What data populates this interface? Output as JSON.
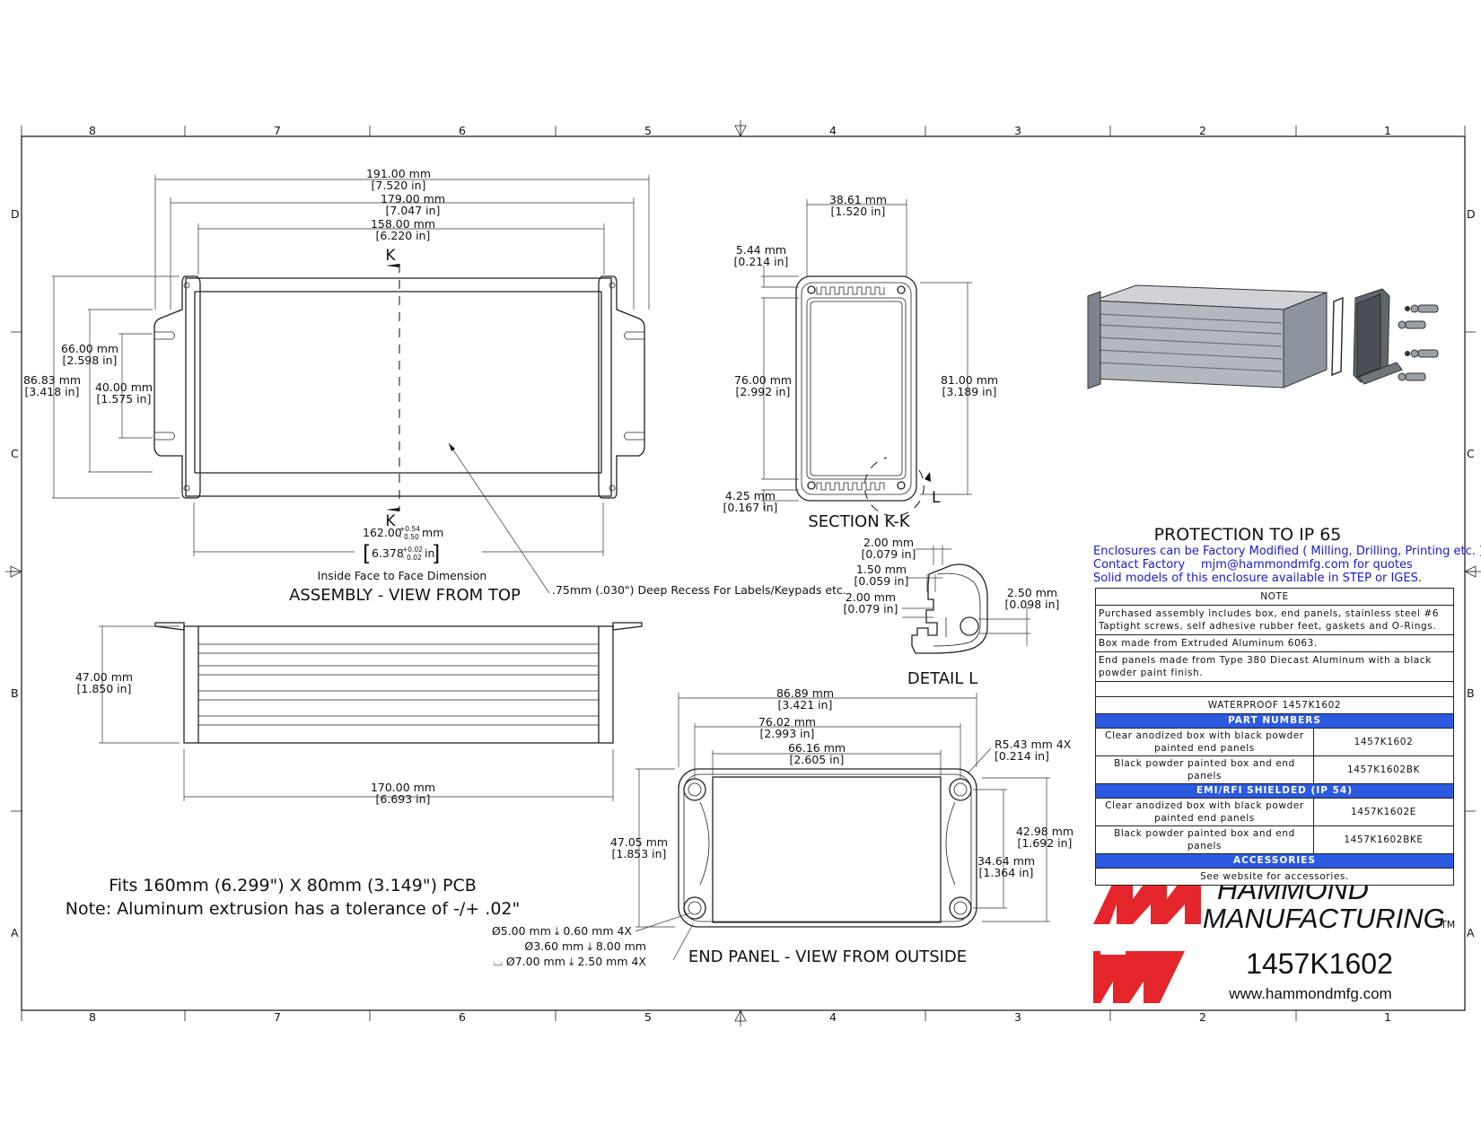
{
  "zones": {
    "columns": [
      "8",
      "7",
      "6",
      "5",
      "4",
      "3",
      "2",
      "1"
    ],
    "rows": [
      "D",
      "C",
      "B",
      "A"
    ]
  },
  "top_view": {
    "dims": {
      "overall_mm": "191.00 mm",
      "overall_in": "[7.520 in]",
      "flange_mm": "179.00 mm",
      "flange_in": "[7.047 in]",
      "body_mm": "158.00 mm",
      "body_in": "[6.220 in]",
      "height_mm": "86.83 mm",
      "height_in": "[3.418 in]",
      "slot_outer_mm": "66.00 mm",
      "slot_outer_in": "[2.598 in]",
      "slot_inner_mm": "40.00 mm",
      "slot_inner_in": "[1.575 in]",
      "inside_nominal": "162.00",
      "inside_tol_plus": "+0.54",
      "inside_tol_minus": "- 0.50",
      "inside_unit": "mm",
      "inside_in_nominal": "6.378",
      "inside_in_tol_plus": "+0.02",
      "inside_in_tol_minus": "- 0.02",
      "inside_in_unit": "in"
    },
    "section_marks": [
      "K",
      "K"
    ],
    "inside_caption": "Inside Face to Face Dimension",
    "title": "ASSEMBLY - VIEW FROM TOP",
    "recess_note": ".75mm (.030\") Deep Recess For Labels/Keypads etc."
  },
  "side_view": {
    "height_mm": "47.00 mm",
    "height_in": "[1.850 in]",
    "length_mm": "170.00 mm",
    "length_in": "[6.693 in]"
  },
  "section_view": {
    "width_mm": "38.61 mm",
    "width_in": "[1.520 in]",
    "wall_top_mm": "5.44 mm",
    "wall_top_in": "[0.214 in]",
    "inner_mm": "76.00 mm",
    "inner_in": "[2.992 in]",
    "outer_mm": "81.00 mm",
    "outer_in": "[3.189 in]",
    "wall_bot_mm": "4.25 mm",
    "wall_bot_in": "[0.167 in]",
    "detail_mark": "L",
    "title": "SECTION  K-K"
  },
  "detail_view": {
    "d1_mm": "2.00 mm",
    "d1_in": "[0.079 in]",
    "d2_mm": "1.50 mm",
    "d2_in": "[0.059 in]",
    "d3_mm": "2.00 mm",
    "d3_in": "[0.079 in]",
    "d4_mm": "2.50 mm",
    "d4_in": "[0.098 in]",
    "title": "DETAIL  L"
  },
  "end_panel": {
    "w1_mm": "86.89 mm",
    "w1_in": "[3.421 in]",
    "w2_mm": "76.02 mm",
    "w2_in": "[2.993 in]",
    "w3_mm": "66.16 mm",
    "w3_in": "[2.605 in]",
    "radius_mm": "R5.43 mm 4X",
    "radius_in": "[0.214 in]",
    "h1_mm": "47.05 mm",
    "h1_in": "[1.853 in]",
    "h2_mm": "42.98 mm",
    "h2_in": "[1.692 in]",
    "h3_mm": "34.64 mm",
    "h3_in": "[1.364 in]",
    "hole1": "Ø5.00 mm ⤓ 0.60 mm 4X",
    "hole2": "Ø3.60 mm ⤓ 8.00 mm",
    "hole3": "⌴ Ø7.00 mm ⤓ 2.50 mm 4X",
    "title": "END PANEL - VIEW FROM OUTSIDE"
  },
  "notes_left": {
    "pcb": "Fits 160mm (6.299\") X 80mm (3.149\") PCB",
    "tolerance": "Note: Aluminum extrusion has a tolerance of -/+ .02\""
  },
  "protection": {
    "title": "PROTECTION TO IP 65",
    "line1": "Enclosures can be Factory Modified ( Milling, Drilling, Printing etc. )",
    "contact": "Contact Factory",
    "email": "mjm@hammondmfg.com for quotes",
    "line3": "Solid models of this enclosure available in STEP or IGES."
  },
  "notes_table": {
    "header": "NOTE",
    "notes": [
      "Purchased assembly includes box, end panels, stainless steel #6 Taptight screws, self adhesive rubber feet, gaskets and O-Rings.",
      "Box made from Extruded Aluminum 6063.",
      "End panels made from Type 380 Diecast Aluminum with a black powder paint finish."
    ],
    "waterproof_title": "WATERPROOF 1457K1602",
    "part_numbers_bar": "PART NUMBERS",
    "parts": [
      {
        "desc": "Clear anodized box with black powder painted end panels",
        "pn": "1457K1602"
      },
      {
        "desc": "Black powder painted box and end panels",
        "pn": "1457K1602BK"
      }
    ],
    "emi_bar": "EMI/RFI SHIELDED (IP 54)",
    "emi_parts": [
      {
        "desc": "Clear anodized box with black powder painted end panels",
        "pn": "1457K1602E"
      },
      {
        "desc": "Black powder painted box and end panels",
        "pn": "1457K1602BKE"
      }
    ],
    "accessories_bar": "ACCESSORIES",
    "accessories": "See website for accessories."
  },
  "title_block": {
    "company_1": "HAMMOND",
    "company_2": "MANUFACTURING",
    "tm": "TM",
    "part_number": "1457K1602",
    "website": "www.hammondmfg.com",
    "logo_color": "#e4252c"
  }
}
